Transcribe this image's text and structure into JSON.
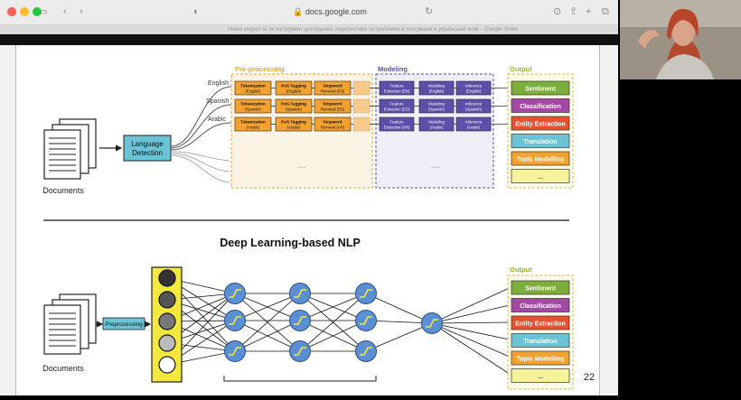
{
  "browser": {
    "url": "docs.google.com",
    "doc_title": "Мовні моделі Ш як інструмент дослідника: перспективи та проблеми в тестуванні в українській мові – Google Slides"
  },
  "pipeline": {
    "languages": [
      "English",
      "Spanish",
      "Arabic"
    ],
    "preprocessing_title": "Pre-processing",
    "modeling_title": "Modeling",
    "output_title": "Output",
    "rows": [
      {
        "tok": "Tokenization",
        "tok_sub": "(English)",
        "pos": "PoS Tagging",
        "pos_sub": "(English)",
        "stop": "Stopword",
        "stop_sub": "Removal (EN)",
        "feat": "Feature",
        "feat_sub": "Extraction (EN)",
        "model": "Modeling",
        "model_sub": "(English)",
        "inf": "Inference",
        "inf_sub": "(English)"
      },
      {
        "tok": "Tokenization",
        "tok_sub": "(Spanish)",
        "pos": "PoS Tagging",
        "pos_sub": "(Spanish)",
        "stop": "Stopword",
        "stop_sub": "Removal (ES)",
        "feat": "Feature",
        "feat_sub": "Extraction (ES)",
        "model": "Modeling",
        "model_sub": "(Spanish)",
        "inf": "Inference",
        "inf_sub": "(Spanish)"
      },
      {
        "tok": "Tokenization",
        "tok_sub": "(Arabic)",
        "pos": "PoS Tagging",
        "pos_sub": "(Arabic)",
        "stop": "Stopword",
        "stop_sub": "Removal (AR)",
        "feat": "Feature",
        "feat_sub": "Extraction (AR)",
        "model": "Modeling",
        "model_sub": "(Arabic)",
        "inf": "Inference",
        "inf_sub": "(Arabic)"
      }
    ],
    "ellipsis": "...",
    "language_detection_1": "Language",
    "language_detection_2": "Detection",
    "documents_label": "Documents"
  },
  "outputs": [
    {
      "label": "Sentiment",
      "color": "#7dae3b"
    },
    {
      "label": "Classification",
      "color": "#a349a4"
    },
    {
      "label": "Entity Extraction",
      "color": "#e8502e"
    },
    {
      "label": "Translation",
      "color": "#6cc3d5"
    },
    {
      "label": "Topic Modelling",
      "color": "#f3a12f"
    },
    {
      "label": "...",
      "color": "#f7f39a"
    }
  ],
  "deep": {
    "title": "Deep Learning-based NLP",
    "documents_label": "Documents",
    "preprocessing_label": "Preprocessing",
    "output_title": "Output"
  },
  "slide_number": "22",
  "colors": {
    "orange": "#f3a12f",
    "purple": "#5b4fa8",
    "teal": "#6cc3d5",
    "yellow": "#f3e83c",
    "node": "#5b8fd3",
    "green_title": "#93b81b"
  }
}
